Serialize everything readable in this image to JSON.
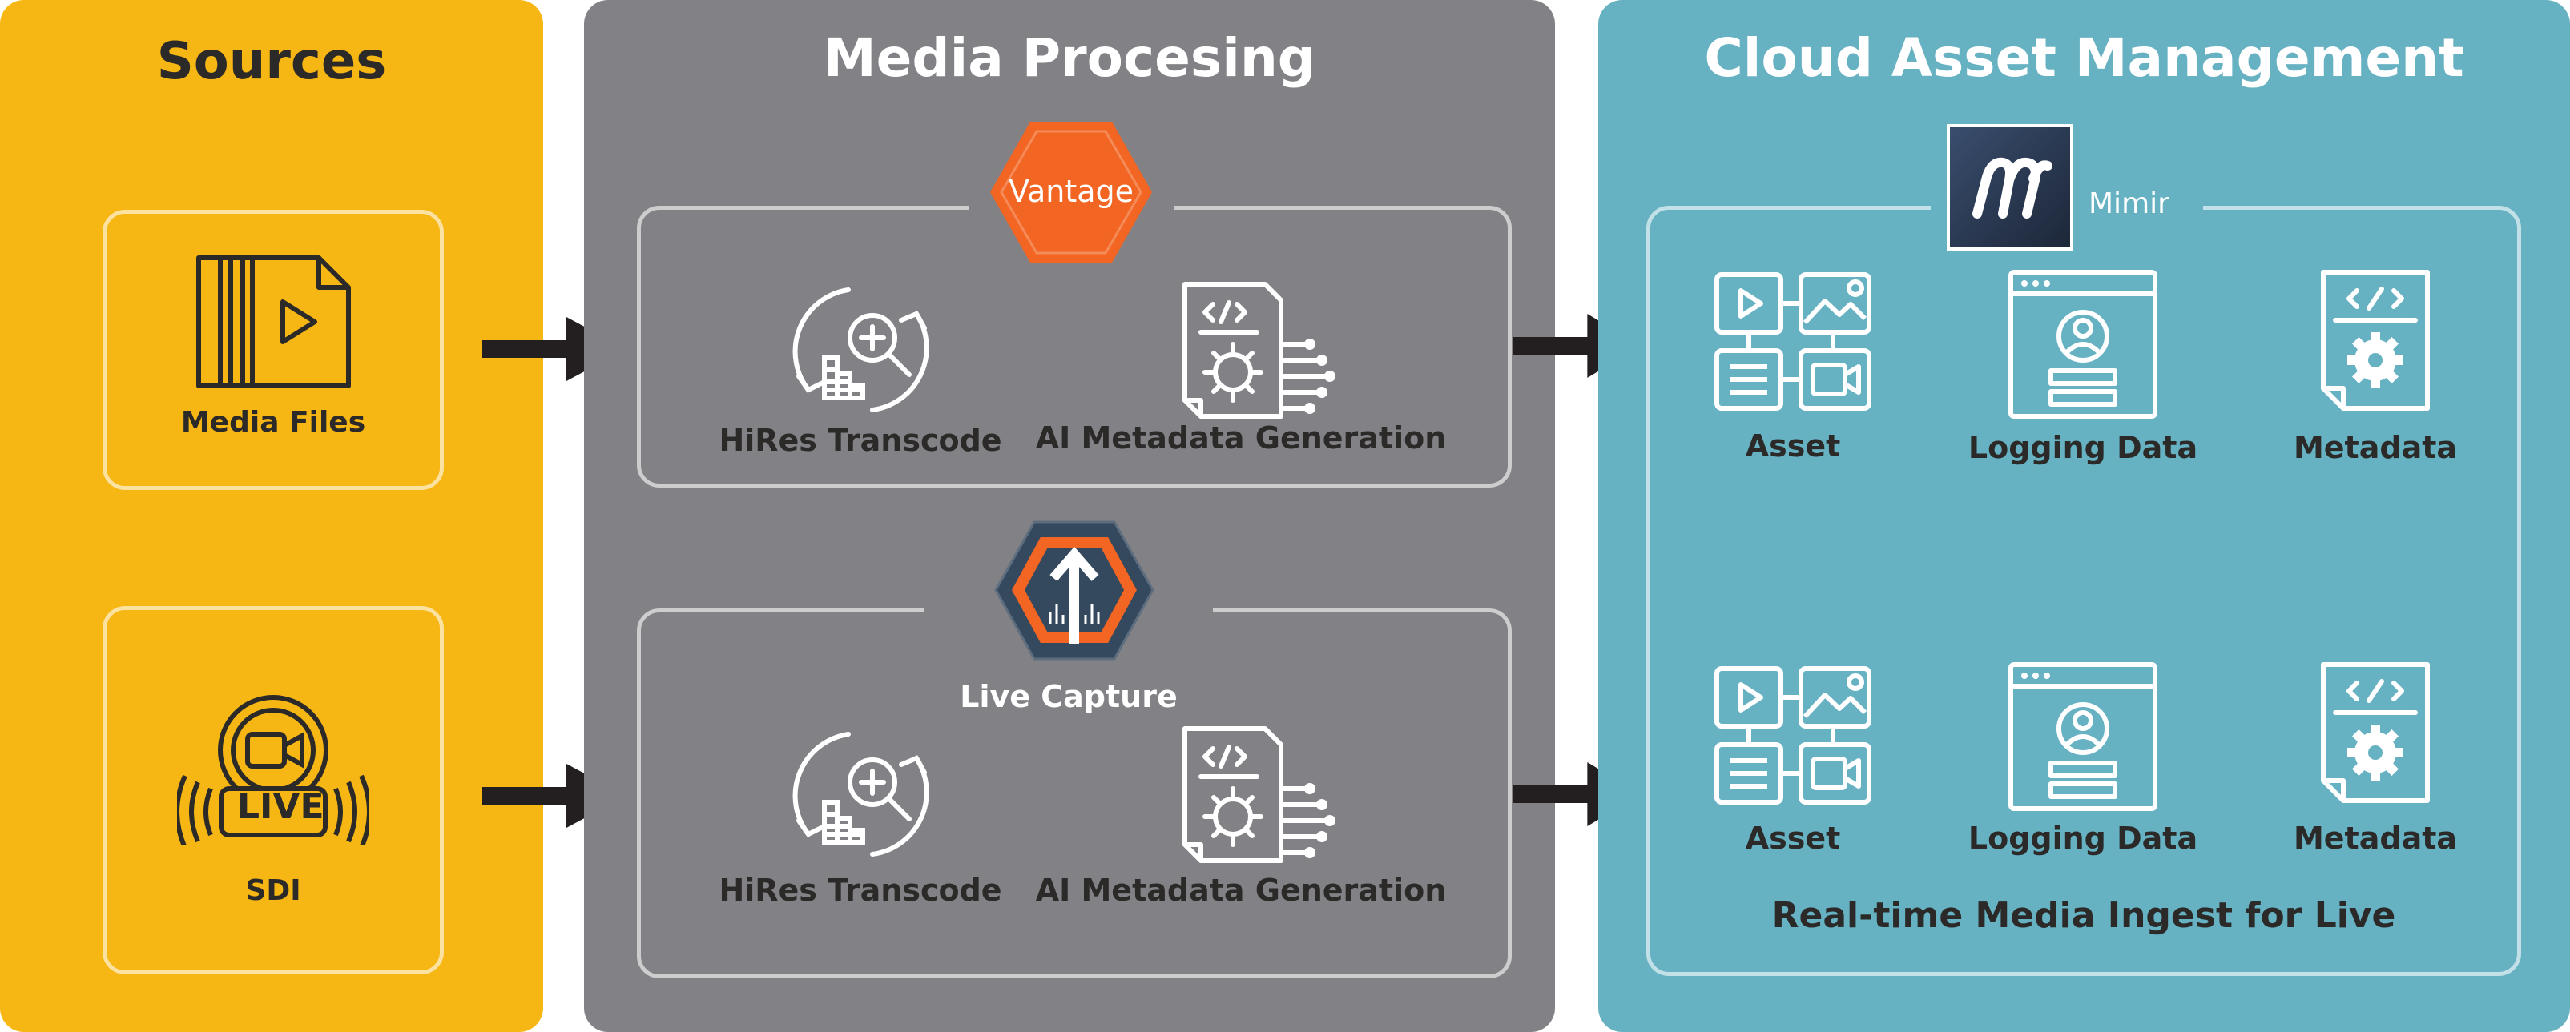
{
  "colors": {
    "sources_bg": "#f6b614",
    "media_bg": "#828286",
    "cloud_bg": "#66b1c2",
    "dark": "#2b2a28",
    "white": "#ffffff",
    "vantage_orange": "#f26522",
    "capture_navy": "#34495e",
    "mimir_navy": "#26344c"
  },
  "sources": {
    "title": "Sources",
    "items": [
      {
        "label": "Media Files",
        "icon": "media-files-icon"
      },
      {
        "label": "SDI",
        "icon": "live-sdi-icon",
        "badge": "LIVE"
      }
    ]
  },
  "media_processing": {
    "title": "Media Procesing",
    "groups": [
      {
        "logo_text": "Vantage",
        "steps": [
          {
            "label": "HiRes Transcode",
            "icon": "transcode-icon"
          },
          {
            "label": "AI Metadata Generation",
            "icon": "ai-metadata-icon"
          }
        ]
      },
      {
        "logo_text": "Live Capture",
        "steps": [
          {
            "label": "HiRes Transcode",
            "icon": "transcode-icon"
          },
          {
            "label": "AI Metadata Generation",
            "icon": "ai-metadata-icon"
          }
        ]
      }
    ]
  },
  "cloud": {
    "title": "Cloud Asset Management",
    "logo_text": "Mimir",
    "rows": [
      {
        "items": [
          {
            "label": "Asset",
            "icon": "asset-icon"
          },
          {
            "label": "Logging Data",
            "icon": "logging-data-icon"
          },
          {
            "label": "Metadata",
            "icon": "metadata-icon"
          }
        ]
      },
      {
        "items": [
          {
            "label": "Asset",
            "icon": "asset-icon"
          },
          {
            "label": "Logging Data",
            "icon": "logging-data-icon"
          },
          {
            "label": "Metadata",
            "icon": "metadata-icon"
          }
        ]
      }
    ],
    "footer": "Real-time Media Ingest for Live"
  }
}
